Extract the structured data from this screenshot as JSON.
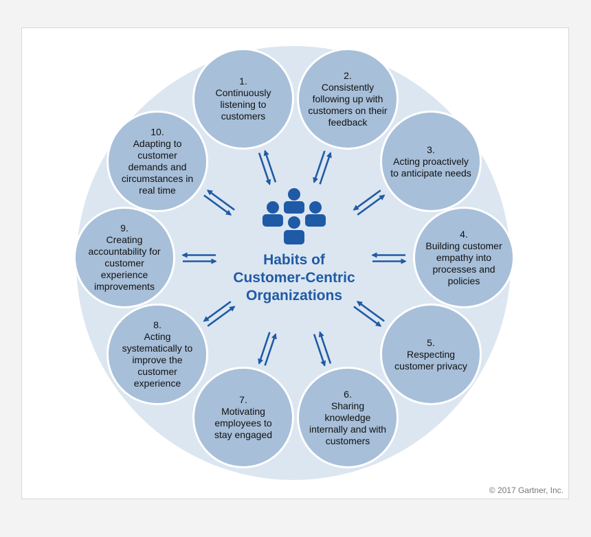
{
  "center": {
    "line1": "Habits of",
    "line2": "Customer-Centric",
    "line3": "Organizations"
  },
  "copyright": "© 2017 Gartner, Inc.",
  "colors": {
    "node_fill": "#a7bfd9",
    "big_circle": "#dce6f0",
    "arrow": "#1f5aa6",
    "title": "#1f5aa6"
  },
  "habits": [
    {
      "num": "1.",
      "text": "Continuously listening to customers"
    },
    {
      "num": "2.",
      "text": "Consistently following up with customers on their feedback"
    },
    {
      "num": "3.",
      "text": "Acting proactively to anticipate needs"
    },
    {
      "num": "4.",
      "text": "Building customer empathy into processes and policies"
    },
    {
      "num": "5.",
      "text": "Respecting customer privacy"
    },
    {
      "num": "6.",
      "text": "Sharing knowledge internally and with customers"
    },
    {
      "num": "7.",
      "text": "Motivating employees to stay engaged"
    },
    {
      "num": "8.",
      "text": "Acting systematically to improve the customer experience"
    },
    {
      "num": "9.",
      "text": "Creating accountability for customer experience improvements"
    },
    {
      "num": "10.",
      "text": "Adapting to customer demands and circumstances in real time"
    }
  ],
  "icons": {
    "center": "people-group-icon",
    "arrows": "double-arrow-icon"
  }
}
